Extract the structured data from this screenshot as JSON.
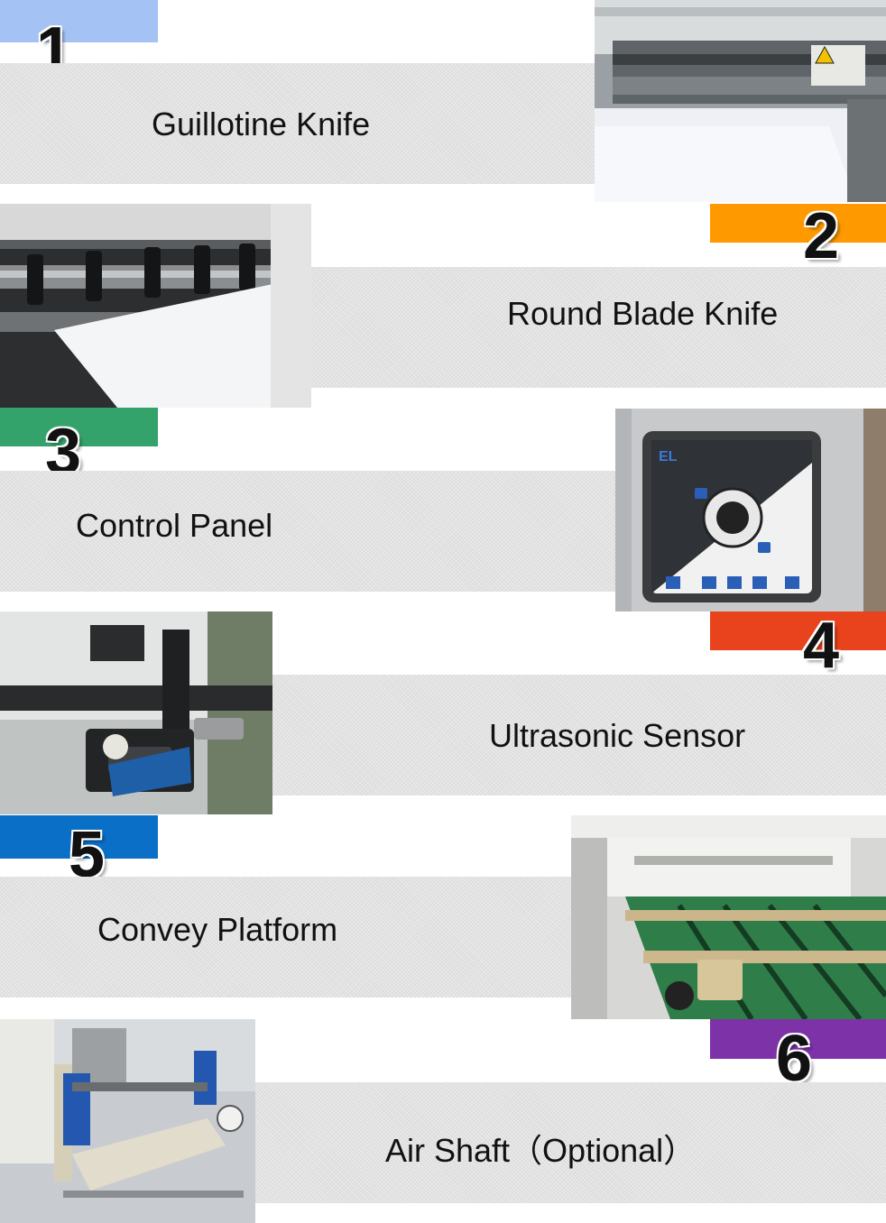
{
  "features": [
    {
      "number": "1",
      "label": "Guillotine Knife",
      "tab_color": "#a4c2f4",
      "photo": "guillotine-knife-photo"
    },
    {
      "number": "2",
      "label": "Round Blade Knife",
      "tab_color": "#ff9900",
      "photo": "round-blade-knife-photo"
    },
    {
      "number": "3",
      "label": "Control Panel",
      "tab_color": "#34a36b",
      "photo": "round-blade-knife-photo"
    },
    {
      "number": "4",
      "label": "Ultrasonic Sensor",
      "tab_color": "#e8431c",
      "photo": "control-panel-photo"
    },
    {
      "number": "5",
      "label": "Convey Platform",
      "tab_color": "#0a6fc6",
      "photo": "ultrasonic-sensor-photo"
    },
    {
      "number": "6",
      "label": "Air Shaft（Optional）",
      "tab_color": "#7d32a8",
      "photo": "convey-platform-photo"
    }
  ]
}
